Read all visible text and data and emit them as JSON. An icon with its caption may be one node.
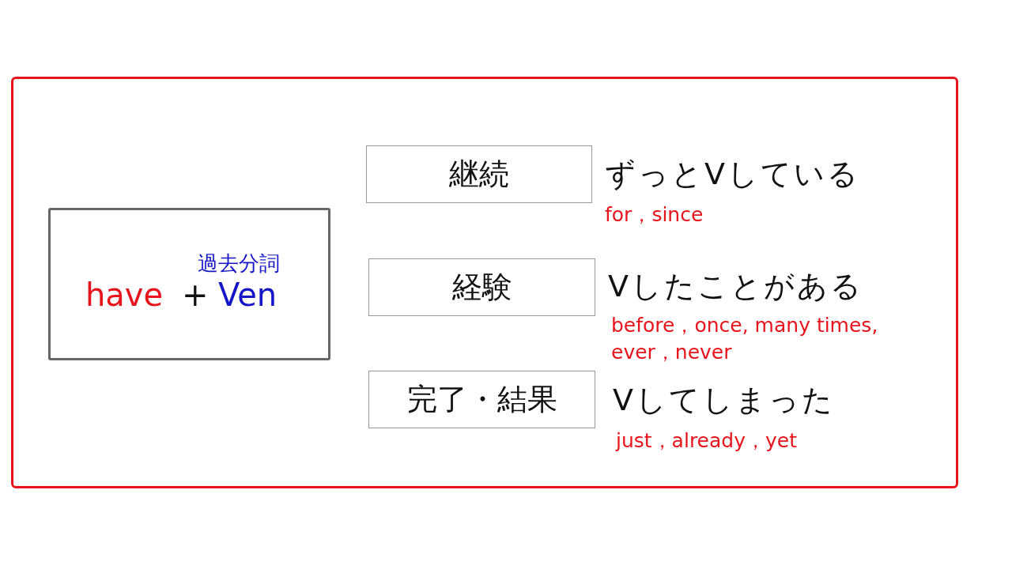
{
  "diagram": {
    "nodes": [
      {
        "text": [],
        "shape": "box"
      },
      {
        "text": [
          "過去分詞",
          "have",
          "+",
          "Ven"
        ],
        "in": 0
      },
      {
        "text": [
          "継続"
        ],
        "beside": [
          "ずっとVしている",
          "for，since"
        ],
        "in": 0
      },
      {
        "text": [
          "経験"
        ],
        "beside": [
          "Vしたことがある",
          "before，once, many times, ever，never"
        ],
        "in": 0
      },
      {
        "text": [
          "完了・結果"
        ],
        "beside": [
          "Vしてしまった",
          "just，already，yet"
        ],
        "in": 0
      }
    ]
  }
}
